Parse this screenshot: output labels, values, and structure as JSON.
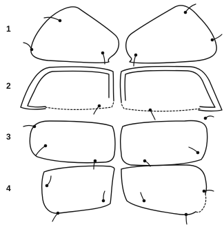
{
  "figure": {
    "rows": [
      {
        "number": "1"
      },
      {
        "number": "2"
      },
      {
        "number": "3"
      },
      {
        "number": "4"
      }
    ]
  }
}
